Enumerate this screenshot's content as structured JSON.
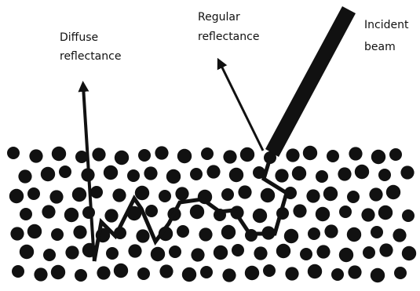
{
  "labels": {
    "diffuse_line1": "Diffuse",
    "diffuse_line2": "reflectance",
    "regular_line1": "Regular",
    "regular_line2": "reflectance",
    "incident_line1": "Incident",
    "incident_line2": "beam"
  },
  "colors": {
    "ink": "#111111",
    "background": "#ffffff"
  }
}
